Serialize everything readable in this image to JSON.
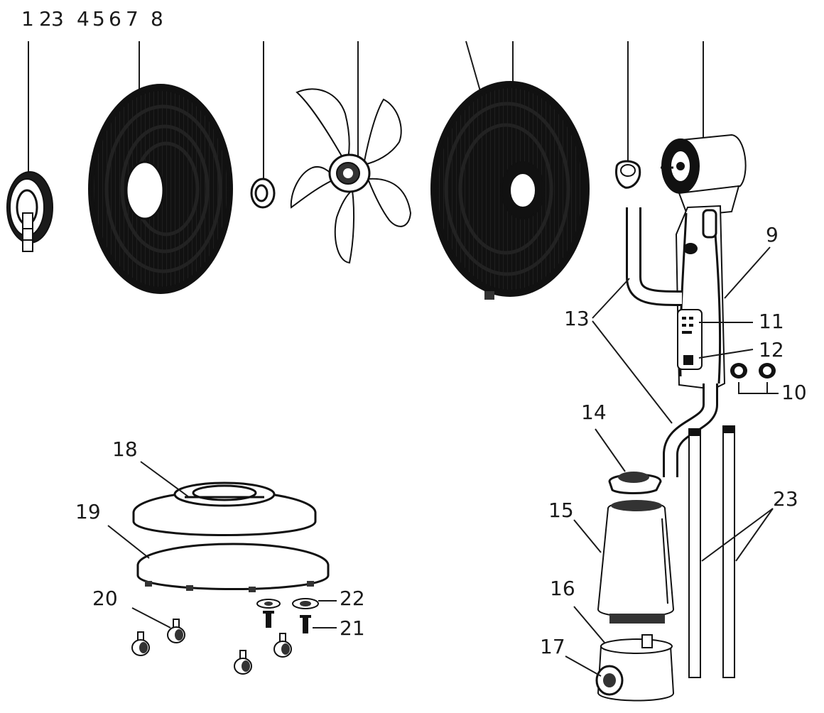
{
  "top_labels": [
    "1",
    "2",
    "3",
    "4",
    "5",
    "6",
    "7",
    "8"
  ],
  "side_labels": {
    "p9": "9",
    "p10": "10",
    "p11": "11",
    "p12": "12",
    "p13": "13",
    "p14": "14",
    "p15": "15",
    "p16": "16",
    "p17": "17",
    "p18": "18",
    "p19": "19",
    "p20": "20",
    "p21": "21",
    "p22": "22",
    "p23": "23"
  },
  "colors": {
    "line": "#1a1a1a",
    "background": "#ffffff"
  }
}
